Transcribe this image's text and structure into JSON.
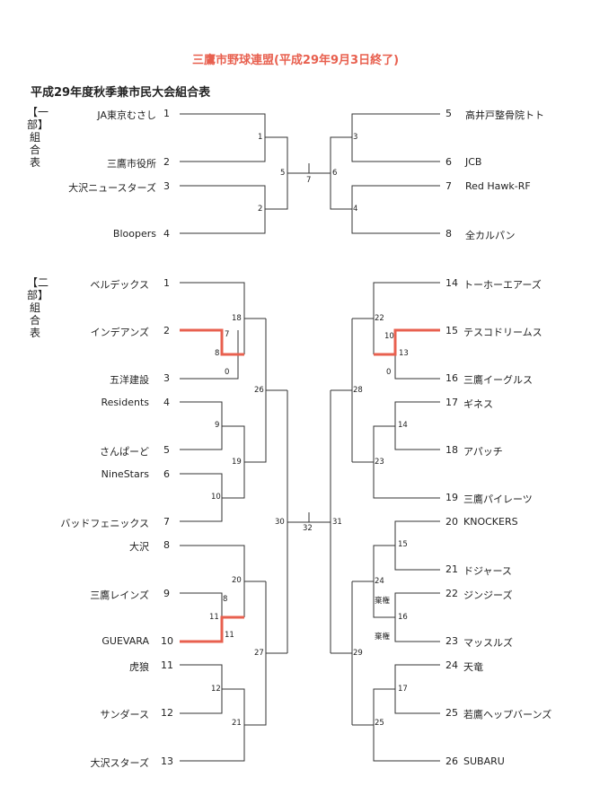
{
  "title": "三鷹市野球連盟(平成29年9月3日終了)",
  "subtitle": "平成29年度秋季兼市民大会組合表",
  "div1_label": "【一部】組合表",
  "div2_label": "【二部】組合表",
  "div1": {
    "left": [
      {
        "name": "JA東京むさし",
        "seed": "1"
      },
      {
        "name": "三鷹市役所",
        "seed": "2"
      },
      {
        "name": "大沢ニュースターズ",
        "seed": "3"
      },
      {
        "name": "Bloopers",
        "seed": "4"
      }
    ],
    "right": [
      {
        "name": "高井戸整骨院トト",
        "seed": "5"
      },
      {
        "name": "JCB",
        "seed": "6"
      },
      {
        "name": "Red Hawk-RF",
        "seed": "7"
      },
      {
        "name": "全カルパン",
        "seed": "8"
      }
    ],
    "matches": [
      "1",
      "2",
      "3",
      "4",
      "5",
      "6",
      "7"
    ]
  },
  "div2": {
    "left": [
      {
        "name": "ベルデックス",
        "seed": "1"
      },
      {
        "name": "インデアンズ",
        "seed": "2"
      },
      {
        "name": "五洋建設",
        "seed": "3"
      },
      {
        "name": "Residents",
        "seed": "4"
      },
      {
        "name": "さんぱーど",
        "seed": "5"
      },
      {
        "name": "NineStars",
        "seed": "6"
      },
      {
        "name": "バッドフェニックス",
        "seed": "7"
      },
      {
        "name": "大沢",
        "seed": "8"
      },
      {
        "name": "三鷹レインズ",
        "seed": "9"
      },
      {
        "name": "GUEVARA",
        "seed": "10"
      },
      {
        "name": "虎狼",
        "seed": "11"
      },
      {
        "name": "サンダース",
        "seed": "12"
      },
      {
        "name": "大沢スターズ",
        "seed": "13"
      }
    ],
    "right": [
      {
        "name": "トーホーエアーズ",
        "seed": "14"
      },
      {
        "name": "テスコドリームス",
        "seed": "15"
      },
      {
        "name": "三鷹イーグルス",
        "seed": "16"
      },
      {
        "name": "ギネス",
        "seed": "17"
      },
      {
        "name": "アパッチ",
        "seed": "18"
      },
      {
        "name": "三鷹パイレーツ",
        "seed": "19"
      },
      {
        "name": "KNOCKERS",
        "seed": "20"
      },
      {
        "name": "ドジャース",
        "seed": "21"
      },
      {
        "name": "ジンジーズ",
        "seed": "22"
      },
      {
        "name": "マッスルズ",
        "seed": "23"
      },
      {
        "name": "天竜",
        "seed": "24"
      },
      {
        "name": "若鷹ヘップバーンズ",
        "seed": "25"
      },
      {
        "name": "SUBARU",
        "seed": "26"
      }
    ],
    "matches": {
      "m7": "7",
      "m8a": "8",
      "m0a": "0",
      "m18": "18",
      "m9": "9",
      "m10": "10",
      "m19": "19",
      "m26": "26",
      "m20": "20",
      "m8b": "8",
      "m11a": "11",
      "m11b": "11",
      "m12": "12",
      "m21": "21",
      "m27": "27",
      "m30": "30",
      "m32": "32",
      "m31": "31",
      "m22": "22",
      "m10r": "10",
      "m13": "13",
      "m0b": "0",
      "m14": "14",
      "m23": "23",
      "m28": "28",
      "m15": "15",
      "m16": "16",
      "m24": "24",
      "m17": "17",
      "m25": "25",
      "m29": "29"
    },
    "forfeit_a": "棄権",
    "forfeit_b": "棄権"
  },
  "colors": {
    "line": "#333333",
    "highlight": "#e8604f",
    "title": "#e8604f"
  }
}
